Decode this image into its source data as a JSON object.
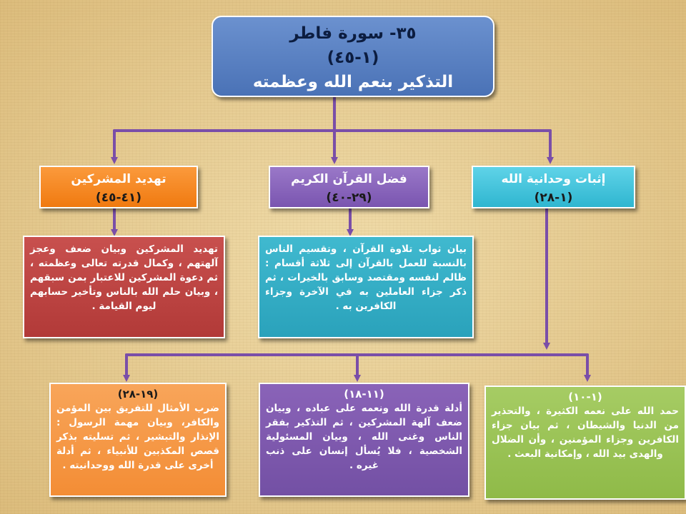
{
  "title": {
    "line1": "٣٥- سورة فاطر",
    "line2": "(١-٤٥)",
    "line3": "التذكير بنعم الله وعظمته"
  },
  "sections": [
    {
      "title": "تهديد المشركين",
      "range": "(٤١-٤٥)",
      "color": "#f5841c"
    },
    {
      "title": "فضل القرآن الكريم",
      "range": "(٢٩-٤٠)",
      "color": "#8563bb"
    },
    {
      "title": "إثبات وحدانية الله",
      "range": "(١-٢٨)",
      "color": "#3fc4dc"
    }
  ],
  "details": {
    "threat": "تهديد المشركين وبيان ضعف وعجز آلهتهم ، وكمال قدرته تعالى وعظمته ، ثم دعوة المشركين للاعتبار بمن سبقهم ، وبيان حلم الله بالناس وتأخير حسابهم ليوم القيامة .",
    "quran": "بيان ثواب تلاوة القرآن ، وتقسيم الناس بالنسبة للعمل بالقرآن إلى ثلاثة أقسام : ظالم لنفسه ومقتصد وسابق بالخيرات ، ثم ذكر جزاء العاملين به في الآخرة وجزاء الكافرين به ."
  },
  "subsections": [
    {
      "range": "(١٩-٢٨)",
      "text": "ضرب الأمثال للتفريق بين المؤمن والكافر، وبيان مهمة الرسول : الإنذار والتبشير ، ثم تسليته بذكر قصص المكذبين للأنبياء ، ثم أدلة أخرى على قدرة الله ووحدانيته ."
    },
    {
      "range": "(١١-١٨)",
      "text": "أدلة قدرة الله ونعمه على عباده ، وبيان ضعف آلهة المشركين ، ثم التذكير بفقر الناس وغنى الله ، وبيان المسئولية الشخصية ، فلا يُسأل إنسان على ذنب غيره ."
    },
    {
      "range": "(١-١٠)",
      "text": "حمد الله على نعمه الكثيرة ، والتحذير من الدنيا والشيطان ، ثم بيان جزاء الكافرين وجزاء المؤمنين ، وأن الضلال والهدى بيد الله ، وإمكانية البعث ."
    }
  ],
  "colors": {
    "arrow": "#7a4ea8",
    "title": "#4f78bd"
  }
}
